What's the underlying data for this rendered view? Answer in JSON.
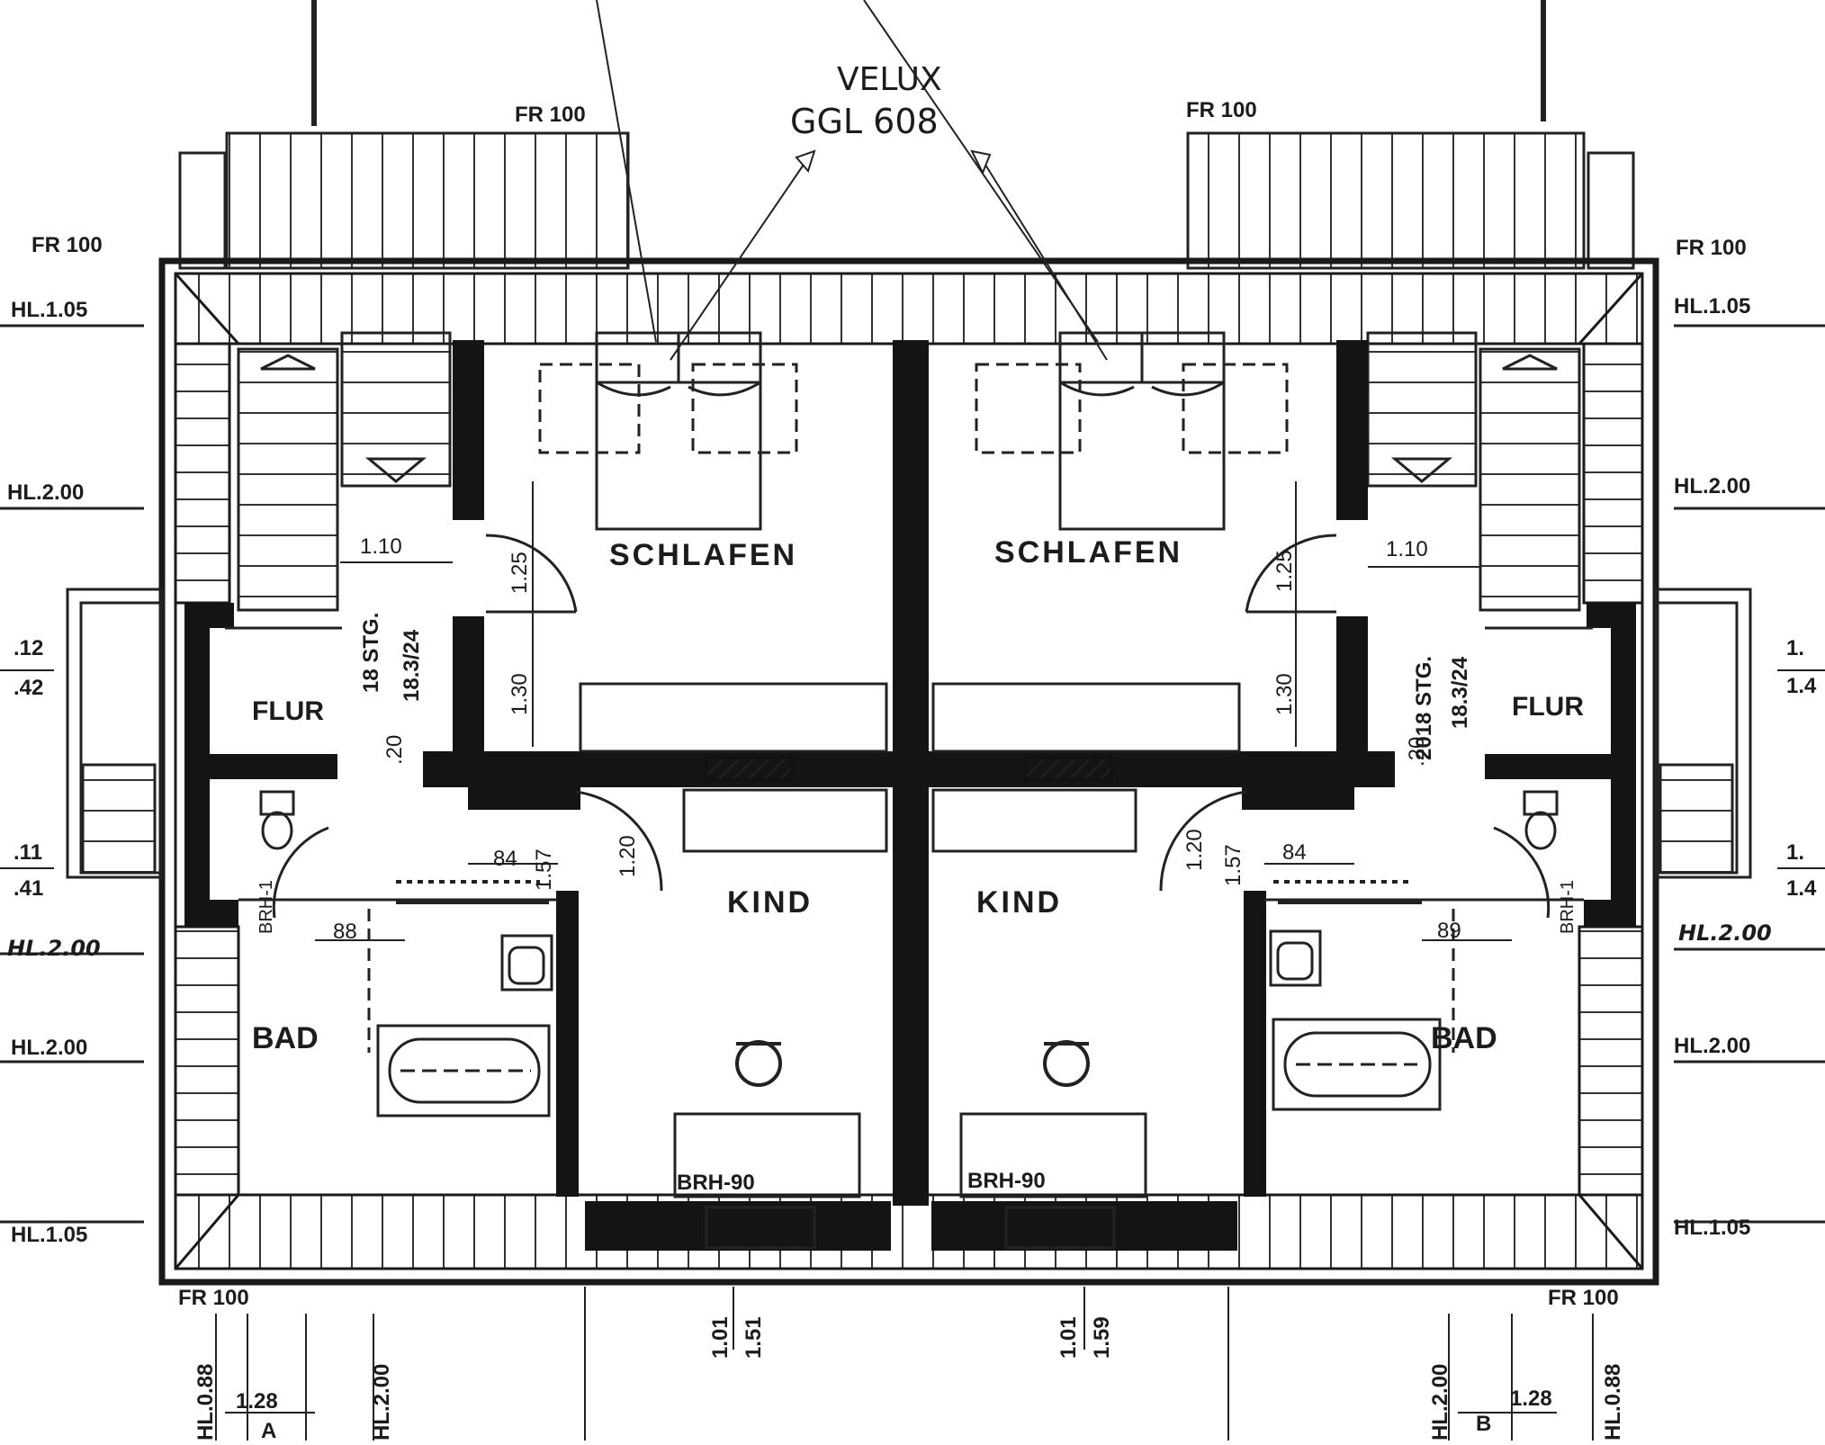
{
  "plan": {
    "callout": {
      "line1": "VELUX",
      "line2": "GGL 608"
    },
    "fr_label": "FR 100",
    "rooms": {
      "schlafen": "SCHLAFEN",
      "kind": "KIND",
      "flur": "FLUR",
      "bad": "BAD"
    },
    "heights": {
      "hl_105": "HL.1.05",
      "hl_200": "HL.2.00",
      "hl_200_hand": "HL.2.00",
      "hl_200_hand_right": "HL.2.00"
    },
    "stairs": {
      "steps": "18 STG.",
      "ratio": "18.3/24",
      "steps_right": "2018 STG."
    },
    "dims": {
      "d_110": "1.10",
      "d_125": "1.25",
      "d_130": "1.30",
      "d_120": "1.20",
      "d_157": "1.57",
      "d_84": "84",
      "d_20": ".20",
      "d_88": "88",
      "d_89": "89",
      "d_brh_90": "BRH-90",
      "d_brh_1": "BRH-1",
      "d_101": "1.01",
      "d_151": "1.51",
      "d_159": "1.59",
      "d_128": "1.28",
      "d_hl_088": "HL.0.88",
      "d_hl_200_v": "HL.2.00",
      "left_12": ".12",
      "left_42": ".42",
      "left_11": ".11",
      "left_41": ".41",
      "right_1a": "1.",
      "right_1b": "1.4",
      "right_1c": "1.",
      "right_1d": "1.4",
      "letter_a": "A",
      "letter_b": "B"
    }
  }
}
